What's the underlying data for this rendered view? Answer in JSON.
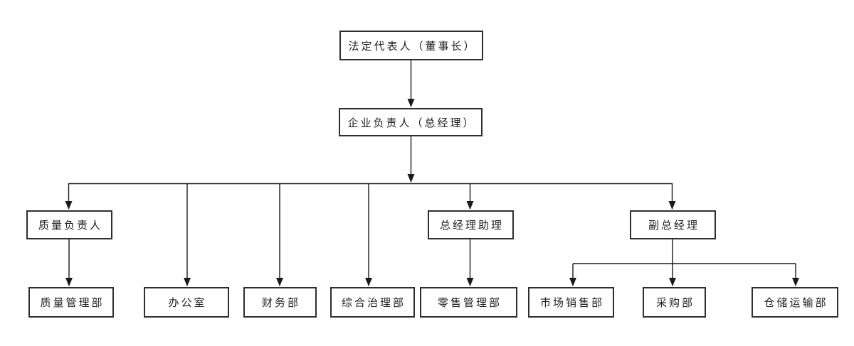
{
  "diagram": {
    "type": "org-chart",
    "colors": {
      "background": "#ffffff",
      "line": "#1a1a1a",
      "box_border": "#2e2e2e",
      "box_fill": "#ffffff",
      "text": "#1d1d1d"
    },
    "nodes": {
      "chairman": {
        "label": "法定代表人（董事长）"
      },
      "gm": {
        "label": "企业负责人（总经理）"
      },
      "quality_head": {
        "label": "质量负责人"
      },
      "gm_assistant": {
        "label": "总经理助理"
      },
      "deputy_gm": {
        "label": "副总经理"
      },
      "quality_dept": {
        "label": "质量管理部"
      },
      "office": {
        "label": "办公室"
      },
      "finance": {
        "label": "财务部"
      },
      "governance": {
        "label": "综合治理部"
      },
      "retail": {
        "label": "零售管理部"
      },
      "sales": {
        "label": "市场销售部"
      },
      "purchasing": {
        "label": "采购部"
      },
      "warehouse": {
        "label": "仓储运输部"
      }
    },
    "edges": [
      {
        "from": "chairman",
        "to": "gm"
      },
      {
        "from": "gm",
        "to": "quality_head"
      },
      {
        "from": "gm",
        "to": "office"
      },
      {
        "from": "gm",
        "to": "finance"
      },
      {
        "from": "gm",
        "to": "governance"
      },
      {
        "from": "gm",
        "to": "gm_assistant"
      },
      {
        "from": "gm",
        "to": "deputy_gm"
      },
      {
        "from": "quality_head",
        "to": "quality_dept"
      },
      {
        "from": "gm_assistant",
        "to": "retail"
      },
      {
        "from": "deputy_gm",
        "to": "sales"
      },
      {
        "from": "deputy_gm",
        "to": "purchasing"
      },
      {
        "from": "deputy_gm",
        "to": "warehouse"
      }
    ]
  }
}
